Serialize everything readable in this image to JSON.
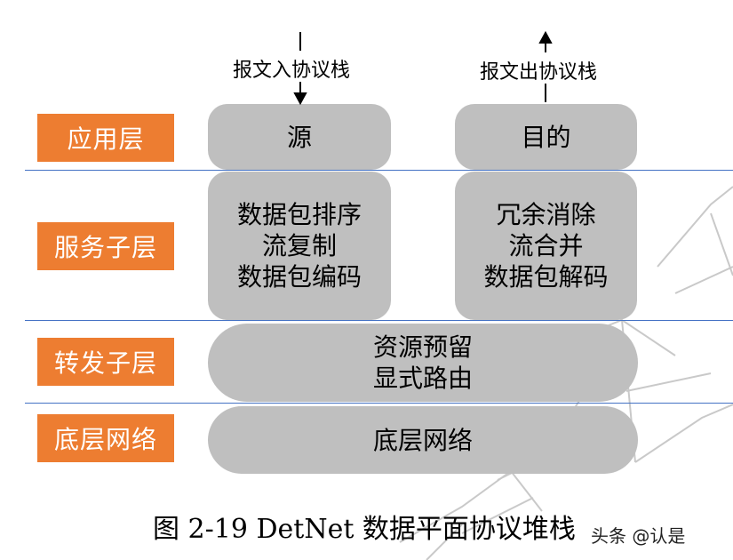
{
  "layers": [
    {
      "key": "app",
      "label": "应用层"
    },
    {
      "key": "service",
      "label": "服务子层"
    },
    {
      "key": "forward",
      "label": "转发子层"
    },
    {
      "key": "bottom",
      "label": "底层网络"
    }
  ],
  "boxes": {
    "source": "源",
    "destination": "目的",
    "service_left": [
      "数据包排序",
      "流复制",
      "数据包编码"
    ],
    "service_right": [
      "冗余消除",
      "流合并",
      "数据包解码"
    ],
    "forwarding": [
      "资源预留",
      "显式路由"
    ],
    "bottom": "底层网络"
  },
  "arrows": {
    "in_label": "报文入协议栈",
    "out_label": "报文出协议栈"
  },
  "caption": "图 2-19  DetNet 数据平面协议堆栈",
  "credit": "头条 @认是",
  "colors": {
    "label_bg": "#ED7D31",
    "box_bg": "#BFBFBF",
    "divider": "#4472C4"
  }
}
